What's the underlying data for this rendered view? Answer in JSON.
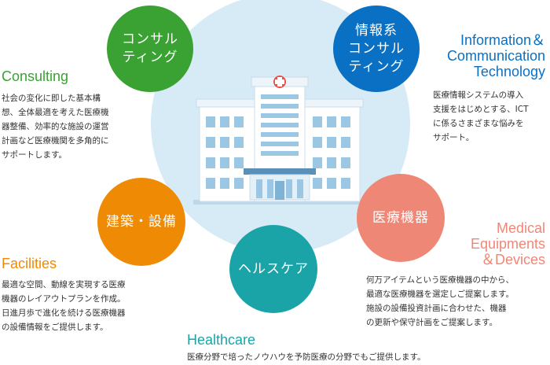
{
  "colors": {
    "consulting": "#3aa233",
    "ict": "#0a70c4",
    "facilities": "#ef8a05",
    "medical": "#ef8777",
    "healthcare": "#1aa4a8",
    "background_circle": "#d6ebf6"
  },
  "nodes": {
    "consulting": {
      "label": "コンサル\nティング",
      "title": "Consulting",
      "desc": "社会の変化に即した基本構\n想、全体最適を考えた医療機\n器整備、効率的な施設の運営\n計画など医療機関を多角的に\nサポートします。"
    },
    "ict": {
      "label": "情報系\nコンサル\nティング",
      "title": "Information＆\nCommunication\nTechnology",
      "desc": "医療情報システムの導入\n支援をはじめとする、ICT\nに係るさまざまな悩みを\nサポート。"
    },
    "facilities": {
      "label": "建築・設備",
      "title": "Facilities",
      "desc": "最適な空間、動線を実現する医療\n機器のレイアウトプランを作成。\n日進月歩で進化を続ける医療機器\nの設備情報をご提供します。"
    },
    "medical": {
      "label": "医療機器",
      "title": "Medical\nEquipments\n＆Devices",
      "desc": "何万アイテムという医療機器の中から、\n最適な医療機器を選定しご提案します。\n施設の設備投資計画に合わせた、機器\nの更新や保守計画をご提案します。"
    },
    "healthcare": {
      "label": "ヘルスケア",
      "title": "Healthcare",
      "desc": "医療分野で培ったノウハウを予防医療の分野でもご提供します。"
    }
  },
  "icons": {
    "center": "hospital-building-icon"
  }
}
